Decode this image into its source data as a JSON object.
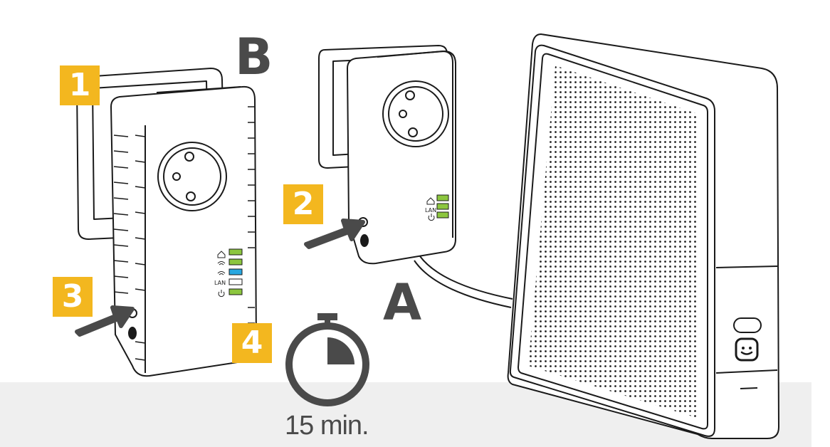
{
  "labels": {
    "plug_a": "A",
    "plug_b": "B",
    "timer": "15 min."
  },
  "steps": [
    "1",
    "2",
    "3",
    "4"
  ],
  "led_labels": {
    "lan": "LAN"
  },
  "colors": {
    "step_badge": "#f3b71f",
    "led_green": "#8cc63f",
    "led_blue": "#29a8e0",
    "text_dark": "#4a4a4a",
    "ground": "#efefef"
  },
  "icons": [
    "home-icon",
    "wifi-icon",
    "power-icon",
    "push-arrow-icon",
    "stopwatch-icon",
    "smiley-logo-icon"
  ]
}
